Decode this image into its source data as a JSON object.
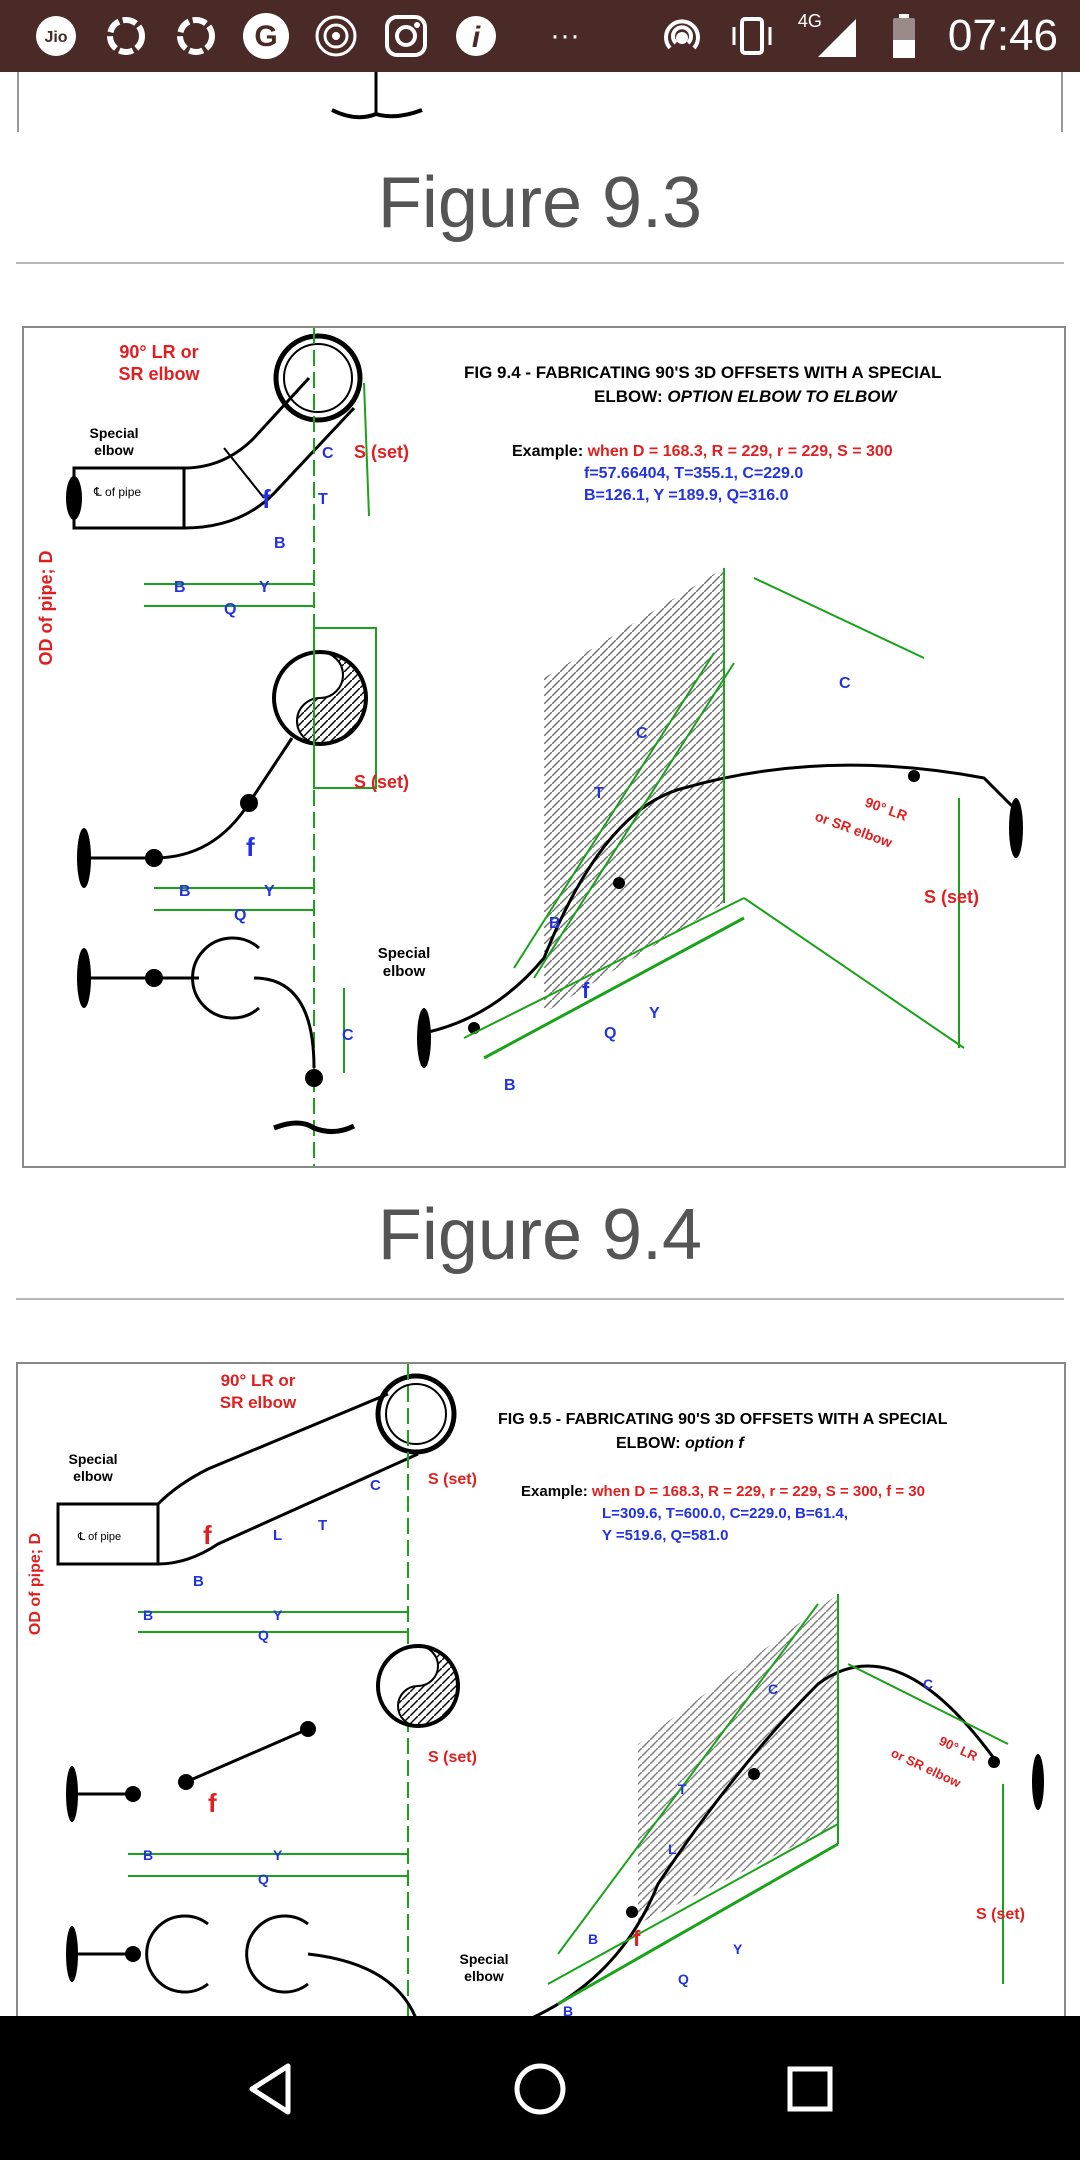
{
  "status_bar": {
    "time": "07:46",
    "network": "4G",
    "carrier_icon": "jio-icon",
    "overflow": "···"
  },
  "captions": {
    "fig3": "Figure 9.3",
    "fig4": "Figure 9.4"
  },
  "figure_9_4": {
    "title_line1": "FIG 9.4 - FABRICATING 90'S 3D OFFSETS WITH A SPECIAL",
    "title_line2_plain": "ELBOW: ",
    "title_line2_italic": "OPTION ELBOW TO ELBOW",
    "example_label": "Example: ",
    "example_red": "when D = 168.3, R = 229, r = 229, S = 300",
    "example_blue1": "f=57.66404, T=355.1, C=229.0",
    "example_blue2": "B=126.1, Y =189.9, Q=316.0",
    "od_label": "OD of pipe; D",
    "elbow_label_1": "90° LR or",
    "elbow_label_2": "SR elbow",
    "special_1": "Special",
    "special_2": "elbow",
    "cl_pipe": "℄ of pipe",
    "s_set": "S (set)",
    "letters": {
      "f": "f",
      "B": "B",
      "Q": "Q",
      "Y": "Y",
      "T": "T",
      "C": "C"
    },
    "lr_1": "90° LR",
    "lr_2": "or SR elbow"
  },
  "figure_9_5": {
    "title_line1": "FIG 9.5 - FABRICATING 90'S 3D OFFSETS WITH A SPECIAL",
    "title_line2_plain": "ELBOW: ",
    "title_line2_italic": "option f",
    "example_label": "Example: ",
    "example_red": "when D = 168.3, R = 229, r = 229, S = 300, f = 30",
    "example_blue1": "L=309.6, T=600.0, C=229.0, B=61.4,",
    "example_blue2": "Y =519.6, Q=581.0",
    "od_label": "OD of pipe; D",
    "elbow_label_1": "90° LR or",
    "elbow_label_2": "SR elbow",
    "special_1": "Special",
    "special_2": "elbow",
    "cl_pipe": "℄ of pipe",
    "s_set": "S (set)",
    "letters": {
      "f": "f",
      "B": "B",
      "Q": "Q",
      "Y": "Y",
      "T": "T",
      "C": "C",
      "L": "L"
    },
    "lr_1": "90° LR",
    "lr_2": "or SR elbow"
  },
  "colors": {
    "status_bg": "#4a2a26",
    "green": "#1aa31a",
    "blue": "#2233dd",
    "red": "#e02020",
    "nav_bg": "#000000"
  }
}
